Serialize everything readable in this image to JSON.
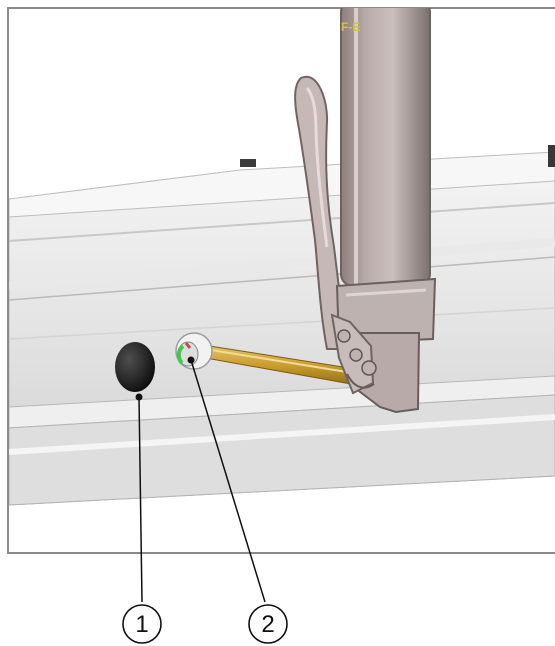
{
  "callouts": [
    {
      "number": "1"
    },
    {
      "number": "2"
    }
  ],
  "labels": {
    "tube_marking": "F-E"
  },
  "colors": {
    "frame_border": "#8a8a8a",
    "rail_light": "#efefef",
    "rail_mid": "#dcdcdc",
    "rail_shadow": "#bdbdbd",
    "tube_body": "#b8aaa8",
    "tube_shadow": "#8f817f",
    "rod_gold": "#c89b2c",
    "rod_highlight": "#e3c168",
    "plug_dark": "#252525",
    "marker_green": "#3ecb4c",
    "marker_red": "#c84747"
  }
}
